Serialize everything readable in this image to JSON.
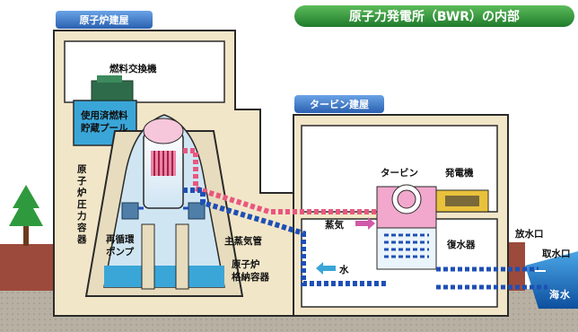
{
  "title": "原子力発電所（BWR）の内部",
  "buildings": {
    "reactor": "原子炉建屋",
    "turbine": "タービン建屋"
  },
  "labels": {
    "refueling_machine": "燃料交換機",
    "spent_fuel_pool_line1": "使用済燃料",
    "spent_fuel_pool_line2": "貯蔵プール",
    "pressure_vessel_chars": [
      "原",
      "子",
      "炉",
      "圧",
      "力",
      "容",
      "器"
    ],
    "recirc_pump_line1": "再循環",
    "recirc_pump_line2": "ポンプ",
    "main_steam_pipe": "主蒸気管",
    "containment_line1": "原子炉",
    "containment_line2": "格納容器",
    "turbine": "タービン",
    "generator": "発電機",
    "steam": "蒸気",
    "condenser": "復水器",
    "water": "水",
    "discharge": "放水口",
    "intake": "取水口",
    "seawater_line1": "海",
    "seawater_line2": "水"
  },
  "colors": {
    "title_bg": "#2f8f3a",
    "tag_bg": "#3b78c5",
    "building_fill": "#f2e6c8",
    "building_stroke": "#2a2a2a",
    "ground": "#b8b1a3",
    "soil": "#9c4a3c",
    "water_pool": "#3aa6d8",
    "steam_pipe": "#e8577f",
    "water_pipe": "#1e4fb5",
    "turbine_pink": "#f2a8cc",
    "generator_yellow": "#e9c23c",
    "sea": "#1d79c8",
    "tree": "#2f9a3d"
  }
}
